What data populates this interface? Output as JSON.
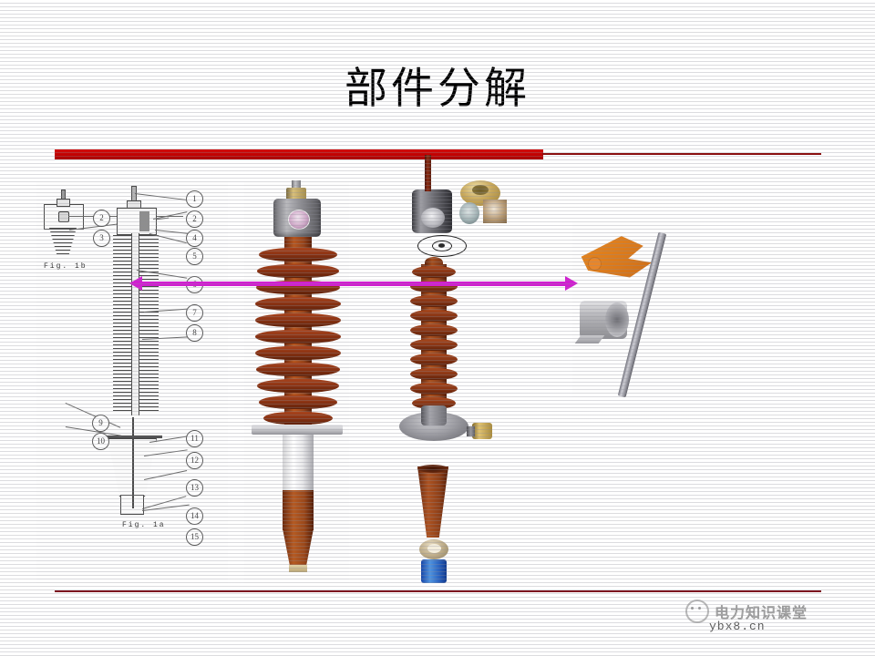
{
  "slide": {
    "title": "部件分解",
    "background_color": "#ffffff",
    "accent_color": "#c00000",
    "arrow_color": "#d11fd1"
  },
  "dividers": {
    "top_bar_color": "#c00000",
    "bottom_rule_color": "#7d1220"
  },
  "left_drawing": {
    "fig_main_caption": "Fig. 1a",
    "fig_detail_caption": "Fig. 1b",
    "detail_callouts": [
      "2",
      "3"
    ],
    "right_callouts": [
      "1",
      "2",
      "4",
      "5",
      "6",
      "7",
      "8"
    ],
    "lower_left_callouts": [
      "9",
      "10"
    ],
    "lower_right_callouts": [
      "11",
      "12",
      "13",
      "14",
      "15"
    ]
  },
  "center_assembly": {
    "name": "assembled-insulator",
    "parts": [
      "metal-top-cap",
      "brass-collar",
      "porcelain-sheds",
      "mounting-flange",
      "white-tube",
      "brown-tube",
      "taper-cone",
      "base-foot"
    ]
  },
  "exploded_parts": {
    "name": "exploded-component-column",
    "parts": [
      "red-rod",
      "grey-housing",
      "brass-ring",
      "small-washer",
      "small-plate",
      "gasket-ring",
      "ribbed-sleeve",
      "base-flange",
      "brass-fitting",
      "taper-cone",
      "tan-ring",
      "blue-cylinder"
    ]
  },
  "right_parts": {
    "name": "right-parts-panel",
    "parts": [
      "orange-bracket",
      "metal-sleeve",
      "long-metal-rod"
    ]
  },
  "watermark": {
    "text": "电力知识课堂",
    "url": "ybx8.cn"
  }
}
